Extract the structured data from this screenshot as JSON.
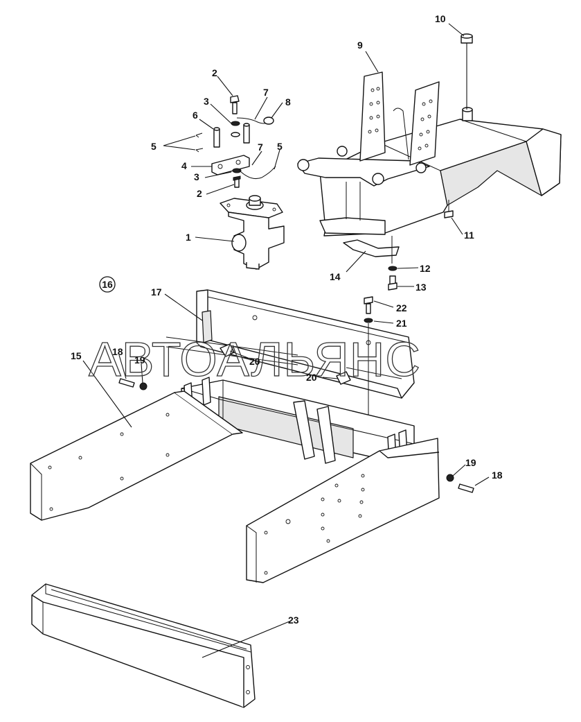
{
  "diagram": {
    "watermark": "АВТОАЛЬЯНС",
    "group_number": "16",
    "callouts": [
      "1",
      "2",
      "3",
      "4",
      "5",
      "6",
      "7",
      "8",
      "9",
      "10",
      "11",
      "12",
      "13",
      "14",
      "15",
      "17",
      "18",
      "19",
      "20",
      "21",
      "22",
      "23"
    ]
  }
}
